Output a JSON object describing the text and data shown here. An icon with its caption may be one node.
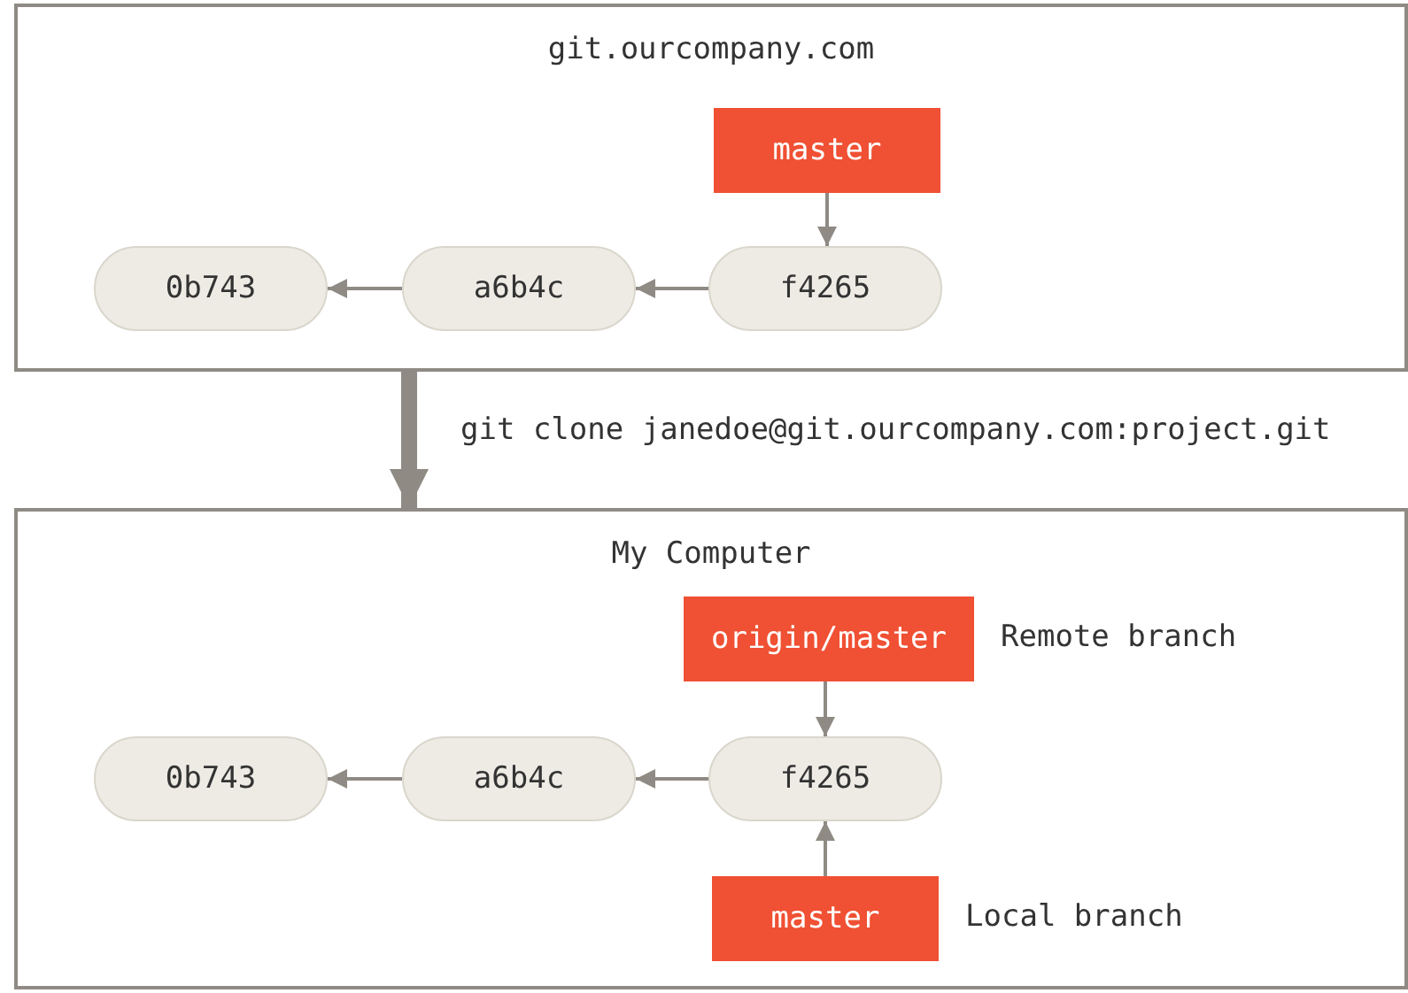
{
  "diagram": {
    "nodes": [
      {
        "text": [
          "git.ourcompany.com"
        ]
      },
      {
        "text": [
          "master"
        ],
        "in": 0
      },
      {
        "text": [
          "0b743"
        ],
        "in": 0
      },
      {
        "text": [
          "a6b4c"
        ],
        "in": 0
      },
      {
        "text": [
          "f4265"
        ],
        "in": 0
      },
      {
        "text": [
          "My Computer"
        ]
      },
      {
        "text": [
          "origin/master"
        ],
        "in": 5,
        "beside": [
          "Remote branch"
        ]
      },
      {
        "text": [
          "0b743"
        ],
        "in": 5
      },
      {
        "text": [
          "a6b4c"
        ],
        "in": 5
      },
      {
        "text": [
          "f4265"
        ],
        "in": 5
      },
      {
        "text": [
          "master"
        ],
        "in": 5,
        "beside": [
          "Local branch"
        ]
      }
    ],
    "edges": [
      {
        "from": 1,
        "to": 4,
        "arrow": "to"
      },
      {
        "from": 4,
        "to": 3,
        "arrow": "to"
      },
      {
        "from": 3,
        "to": 2,
        "arrow": "to"
      },
      {
        "from": 0,
        "to": 5,
        "arrow": "to",
        "label": "git clone janedoe@git.ourcompany.com:project.git",
        "style": "thick"
      },
      {
        "from": 6,
        "to": 9,
        "arrow": "to"
      },
      {
        "from": 9,
        "to": 8,
        "arrow": "to"
      },
      {
        "from": 8,
        "to": 7,
        "arrow": "to"
      },
      {
        "from": 10,
        "to": 9,
        "arrow": "to"
      }
    ]
  }
}
